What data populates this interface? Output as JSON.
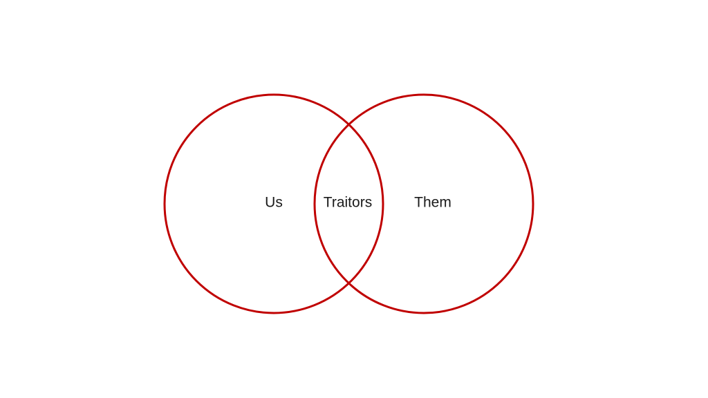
{
  "diagram": {
    "type": "venn",
    "stroke_color": "#c00000",
    "sets": [
      {
        "label": "Us"
      },
      {
        "label": "Them"
      }
    ],
    "intersection_label": "Traitors"
  }
}
